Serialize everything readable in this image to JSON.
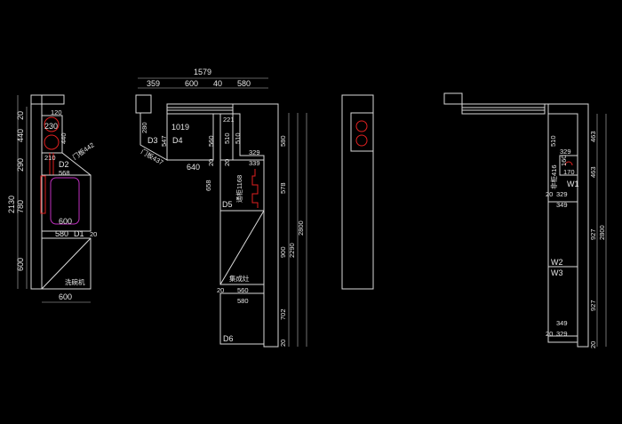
{
  "colors": {
    "background": "#000000",
    "lines": "#d8d8d8",
    "red": "#e02020",
    "magenta": "#c030c0"
  },
  "elev1": {
    "dims_v": [
      "20",
      "440",
      "290",
      "780",
      "600",
      "2130"
    ],
    "dims": [
      "120",
      "230",
      "440",
      "210",
      "568",
      "600",
      "580",
      "20",
      "600"
    ],
    "labels": {
      "door": "门板442",
      "d2": "D2",
      "d1": "D1",
      "dishwasher": "洗碗机"
    }
  },
  "elev2": {
    "top": [
      "1579",
      "359",
      "600",
      "40",
      "580"
    ],
    "dims": [
      "221",
      "280",
      "547",
      "1019",
      "560",
      "510",
      "510",
      "580",
      "20",
      "20",
      "640",
      "329",
      "339",
      "658",
      "578",
      "900",
      "2290",
      "2800",
      "20",
      "560",
      "580",
      "702",
      "20"
    ],
    "labels": {
      "d3": "D3",
      "d4": "D4",
      "door": "门板437",
      "tall": "通柜1168",
      "d5": "D5",
      "stove": "集成灶",
      "d6": "D6"
    }
  },
  "elev4": {
    "dims": [
      "510",
      "463",
      "463",
      "329",
      "160",
      "170",
      "20",
      "329",
      "349",
      "927",
      "2800",
      "927",
      "349",
      "20",
      "329",
      "20"
    ],
    "labels": {
      "side": "非柜416",
      "w1": "W1",
      "w2": "W2",
      "w3": "W3"
    }
  }
}
